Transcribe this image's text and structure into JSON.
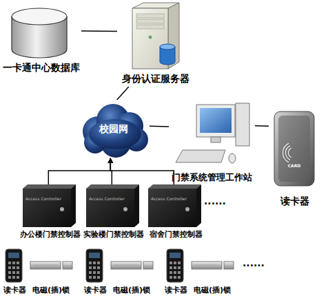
{
  "diagram": {
    "nodes": [
      {
        "text": [
          "一卡通中心数据库"
        ]
      },
      {
        "text": [
          "身份认证服务器"
        ]
      },
      {
        "text": [
          "校园网"
        ]
      },
      {
        "text": [
          "门禁系统管理工作站"
        ]
      },
      {
        "text": [
          "CARD",
          "读卡器"
        ]
      },
      {
        "text": [
          "Access Controller",
          "办公楼门禁控制器"
        ]
      },
      {
        "text": [
          "Access Controller",
          "实验楼门禁控制器"
        ]
      },
      {
        "text": [
          "Access Controller",
          "宿舍门禁控制器"
        ]
      },
      {
        "text": [
          "读卡器"
        ]
      },
      {
        "text": [
          "电磁(插)锁"
        ]
      },
      {
        "text": [
          "读卡器"
        ]
      },
      {
        "text": [
          "电磁(插)锁"
        ]
      },
      {
        "text": [
          "读卡器"
        ]
      },
      {
        "text": [
          "电磁(插)锁"
        ]
      }
    ],
    "edges": [
      {
        "from": 0,
        "to": 1,
        "arrow": "none"
      },
      {
        "from": 1,
        "to": 2,
        "arrow": "none"
      },
      {
        "from": 2,
        "to": 3,
        "arrow": "none"
      },
      {
        "from": 3,
        "to": 4,
        "arrow": "none"
      },
      {
        "from": 5,
        "to": 2,
        "arrow": "to"
      },
      {
        "from": 6,
        "to": 2,
        "arrow": "to"
      },
      {
        "from": 7,
        "to": 2,
        "arrow": "to"
      }
    ],
    "labels": [
      "......",
      "......"
    ]
  }
}
